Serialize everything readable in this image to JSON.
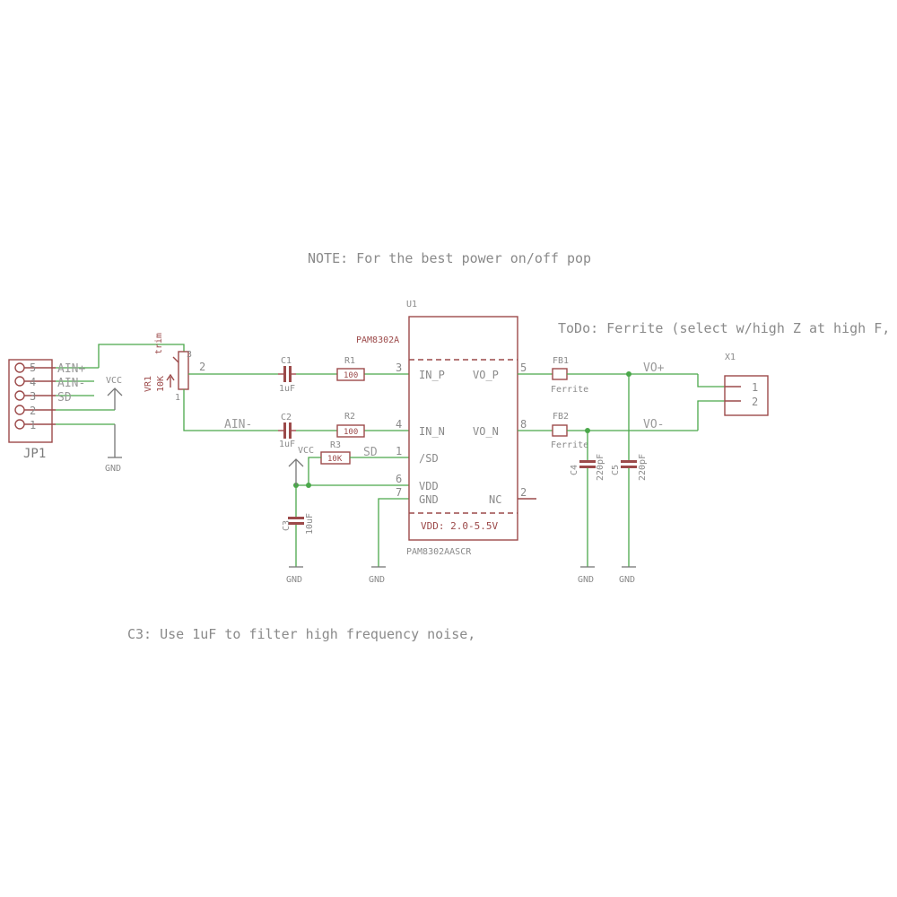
{
  "notes": {
    "note1": "NOTE: For the best power on/off pop",
    "todo": "ToDo: Ferrite (select w/high Z at high F,",
    "c3": "C3: Use 1uF to filter high frequency noise,"
  },
  "jp1": {
    "name": "JP1",
    "pins": [
      "5",
      "4",
      "3",
      "2",
      "1"
    ],
    "nets": [
      "AIN+",
      "AIN-",
      "SD"
    ]
  },
  "power": {
    "vcc": "VCC",
    "gnd": "GND"
  },
  "vr1": {
    "name": "VR1",
    "value": "10K",
    "type": "trim",
    "pin1": "1",
    "pin2": "2",
    "pin3": "3"
  },
  "c1": {
    "name": "C1",
    "value": "1uF"
  },
  "c2": {
    "name": "C2",
    "value": "1uF"
  },
  "c3": {
    "name": "C3",
    "value": "10uF"
  },
  "c4": {
    "name": "C4",
    "value": "220pF"
  },
  "c5": {
    "name": "C5",
    "value": "220pF"
  },
  "r1": {
    "name": "R1",
    "value": "100"
  },
  "r2": {
    "name": "R2",
    "value": "100"
  },
  "r3": {
    "name": "R3",
    "value": "10K"
  },
  "nets": {
    "ain_minus": "AIN-",
    "sd": "SD",
    "vo_plus": "VO+",
    "vo_minus": "VO-"
  },
  "u1": {
    "name": "U1",
    "part": "PAM8302A",
    "value": "PAM8302AASCR",
    "vdd": "VDD: 2.0-5.5V",
    "left_pins": [
      {
        "num": "3",
        "label": "IN_P"
      },
      {
        "num": "4",
        "label": "IN_N"
      },
      {
        "num": "1",
        "label": "/SD"
      },
      {
        "num": "6",
        "label": "VDD"
      },
      {
        "num": "7",
        "label": "GND"
      }
    ],
    "right_pins": [
      {
        "num": "5",
        "label": "VO_P"
      },
      {
        "num": "8",
        "label": "VO_N"
      },
      {
        "num": "2",
        "label": "NC"
      }
    ]
  },
  "fb1": {
    "name": "FB1",
    "value": "Ferrite"
  },
  "fb2": {
    "name": "FB2",
    "value": "Ferrite"
  },
  "x1": {
    "name": "X1",
    "pins": [
      "1",
      "2"
    ]
  }
}
